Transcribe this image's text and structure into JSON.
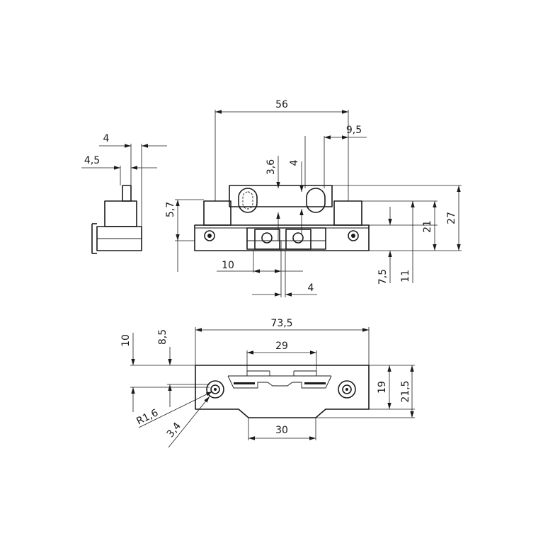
{
  "dimensions": {
    "side_4": "4",
    "side_4_5": "4,5",
    "top_56": "56",
    "top_9_5": "9,5",
    "top_3_6": "3,6",
    "top_4_right": "4",
    "top_5_7": "5,7",
    "top_10": "10",
    "top_4_bottom": "4",
    "top_7_5": "7,5",
    "top_11": "11",
    "top_21": "21",
    "top_27": "27",
    "bottom_73_5": "73,5",
    "bottom_29": "29",
    "bottom_10": "10",
    "bottom_8_5": "8,5",
    "bottom_19": "19",
    "bottom_21_5": "21,5",
    "bottom_r1_6": "R1,6",
    "bottom_3_4": "3,4",
    "bottom_30": "30"
  }
}
